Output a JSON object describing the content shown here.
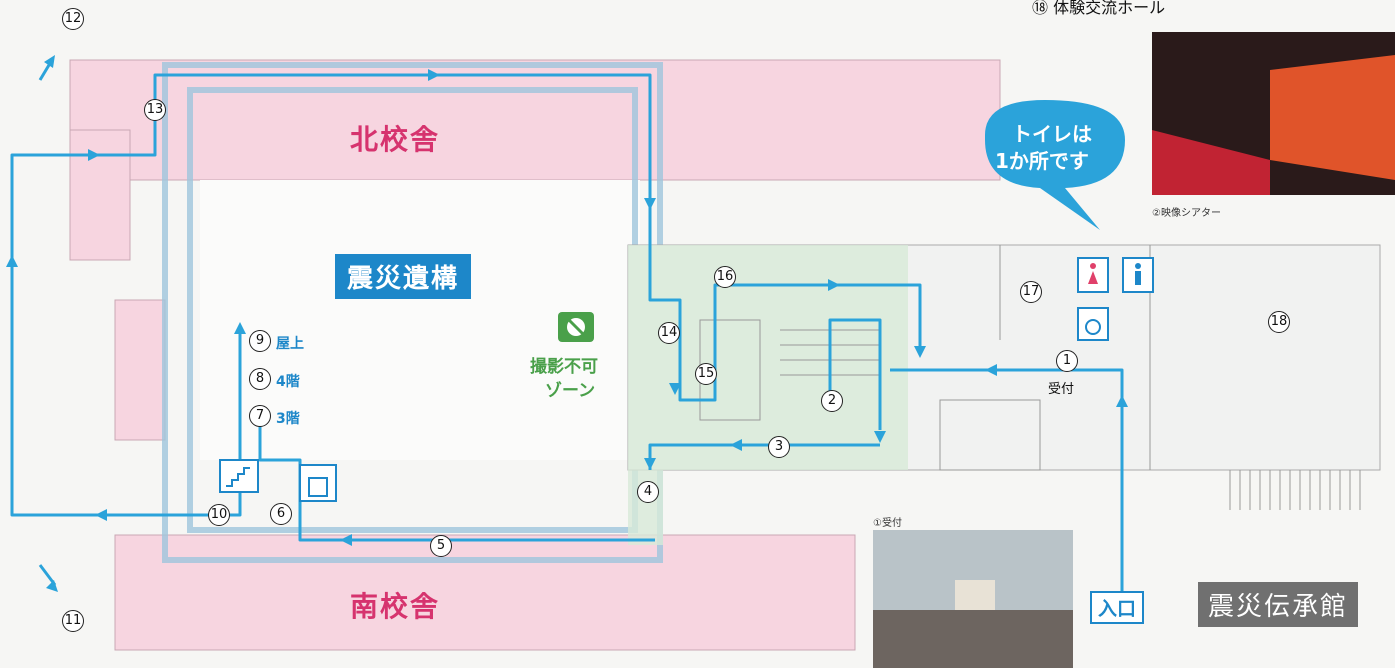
{
  "labels": {
    "north_building": "北校舎",
    "south_building": "南校舎",
    "ruins": "震災遺構",
    "museum": "震災伝承館",
    "no_photo_line1": "撮影不可",
    "no_photo_line2": "ゾーン",
    "toilet_line1": "トイレは",
    "toilet_line2": "1か所です",
    "entrance": "入口",
    "reception": "受付",
    "rooftop": "屋上",
    "floor4": "4階",
    "floor3": "3階",
    "hall_caption": "⑱ 体験交流ホール",
    "theater_caption": "②映像シアター",
    "reception_caption": "①受付"
  },
  "markers": [
    "1",
    "2",
    "3",
    "4",
    "5",
    "6",
    "7",
    "8",
    "9",
    "10",
    "11",
    "12",
    "13",
    "14",
    "15",
    "16",
    "17",
    "18"
  ],
  "icons": [
    "female-toilet-icon",
    "male-toilet-icon",
    "wheelchair-icon",
    "stairs-icon",
    "elevator-icon",
    "no-photo-icon"
  ],
  "colors": {
    "route": "#2ba3da",
    "building": "#f7d5e0",
    "accent": "#d6336e",
    "tag": "#1d87c9",
    "no_photo": "#4aa04a"
  }
}
